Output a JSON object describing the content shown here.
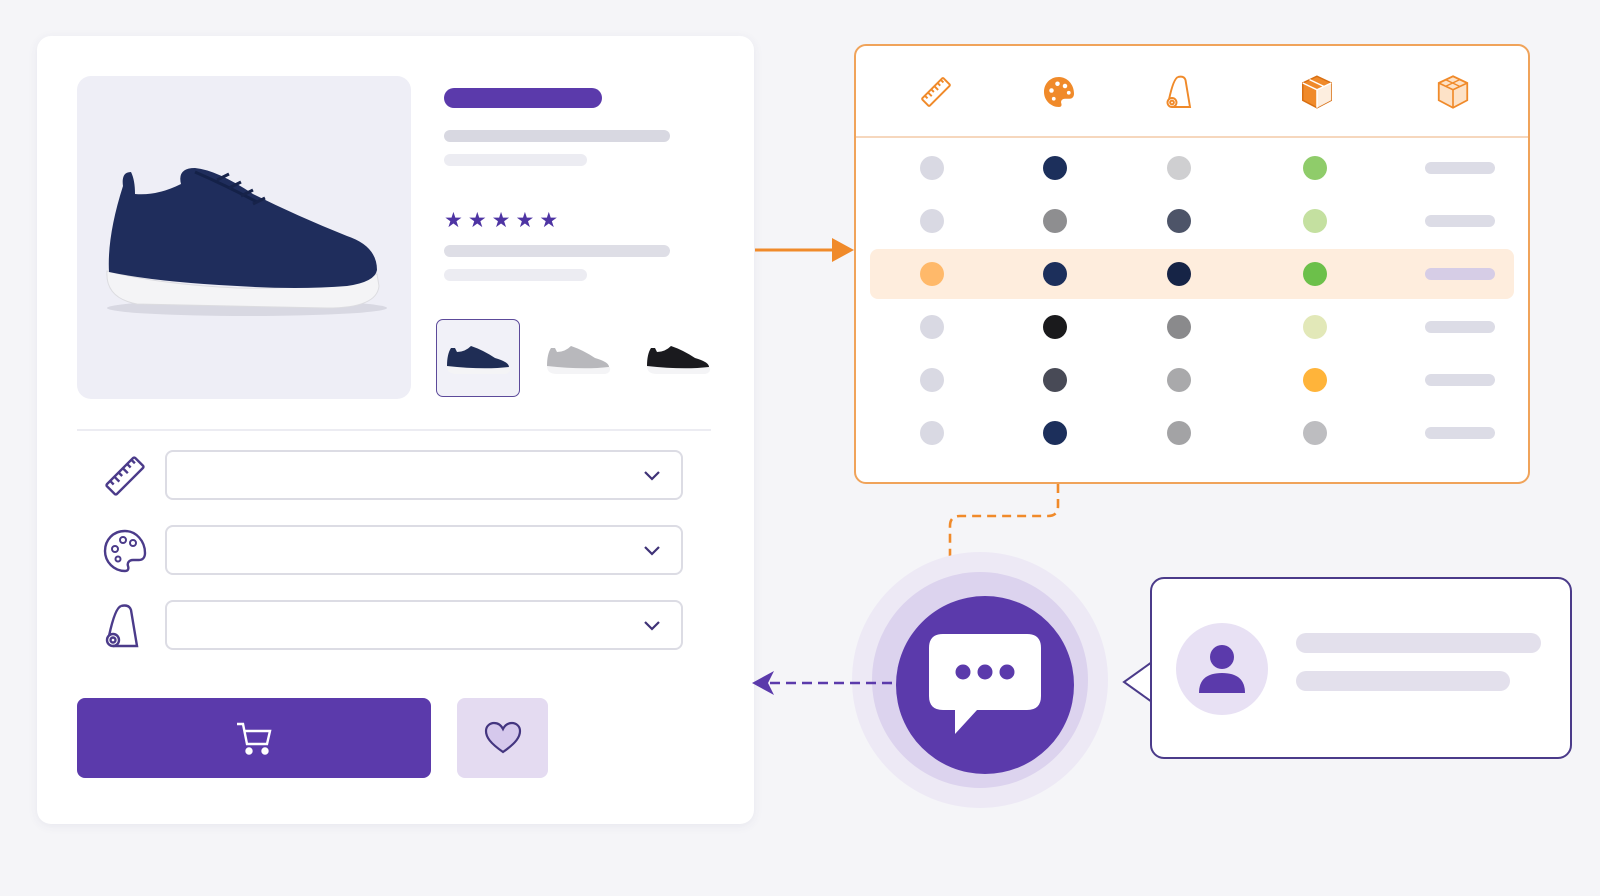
{
  "product_card": {
    "image_alt": "Navy knit running sneaker",
    "rating_stars": [
      "★",
      "★",
      "★",
      "★",
      "★"
    ],
    "thumbnails": [
      {
        "name": "navy",
        "color": "#1f2d55",
        "selected": true
      },
      {
        "name": "grey",
        "color": "#b8b8bc",
        "selected": false
      },
      {
        "name": "black",
        "color": "#1a1a1e",
        "selected": false
      }
    ],
    "options": [
      {
        "icon": "ruler-icon",
        "value": ""
      },
      {
        "icon": "palette-icon",
        "value": ""
      },
      {
        "icon": "fabric-roll-icon",
        "value": ""
      }
    ],
    "cart_button_icon": "cart-icon",
    "wishlist_button_icon": "heart-icon"
  },
  "variant_table": {
    "columns": [
      {
        "icon": "ruler-icon"
      },
      {
        "icon": "palette-icon"
      },
      {
        "icon": "fabric-roll-icon"
      },
      {
        "icon": "box-filled-icon"
      },
      {
        "icon": "box-outline-icon"
      }
    ],
    "rows": [
      {
        "highlighted": false,
        "colors": [
          "#d9d9e3",
          "#1c2f5b",
          "#cfcfd1",
          "#8fcc6a"
        ],
        "pill": "#dcdce6"
      },
      {
        "highlighted": false,
        "colors": [
          "#d9d9e3",
          "#8e8e90",
          "#4d5468",
          "#c4e0a0"
        ],
        "pill": "#dcdce6"
      },
      {
        "highlighted": true,
        "colors": [
          "#ffb96a",
          "#1c2f5b",
          "#162446",
          "#6cc04a"
        ],
        "pill": "#d6cde6"
      },
      {
        "highlighted": false,
        "colors": [
          "#d9d9e3",
          "#1a1a1c",
          "#8a8a8c",
          "#e2e8b8"
        ],
        "pill": "#dcdce6"
      },
      {
        "highlighted": false,
        "colors": [
          "#d9d9e3",
          "#484a56",
          "#a9a9ab",
          "#ffb43a"
        ],
        "pill": "#dcdce6"
      },
      {
        "highlighted": false,
        "colors": [
          "#d9d9e3",
          "#1c2f5b",
          "#a3a3a5",
          "#bdbdc0"
        ],
        "pill": "#dcdce6"
      }
    ]
  },
  "assistant": {
    "icon": "chat-dots-icon"
  },
  "user_message": {
    "icon": "user-icon"
  },
  "colors": {
    "brand_purple": "#5b3aab",
    "accent_orange": "#f08a2a",
    "light_purple": "#e4dbf1"
  }
}
